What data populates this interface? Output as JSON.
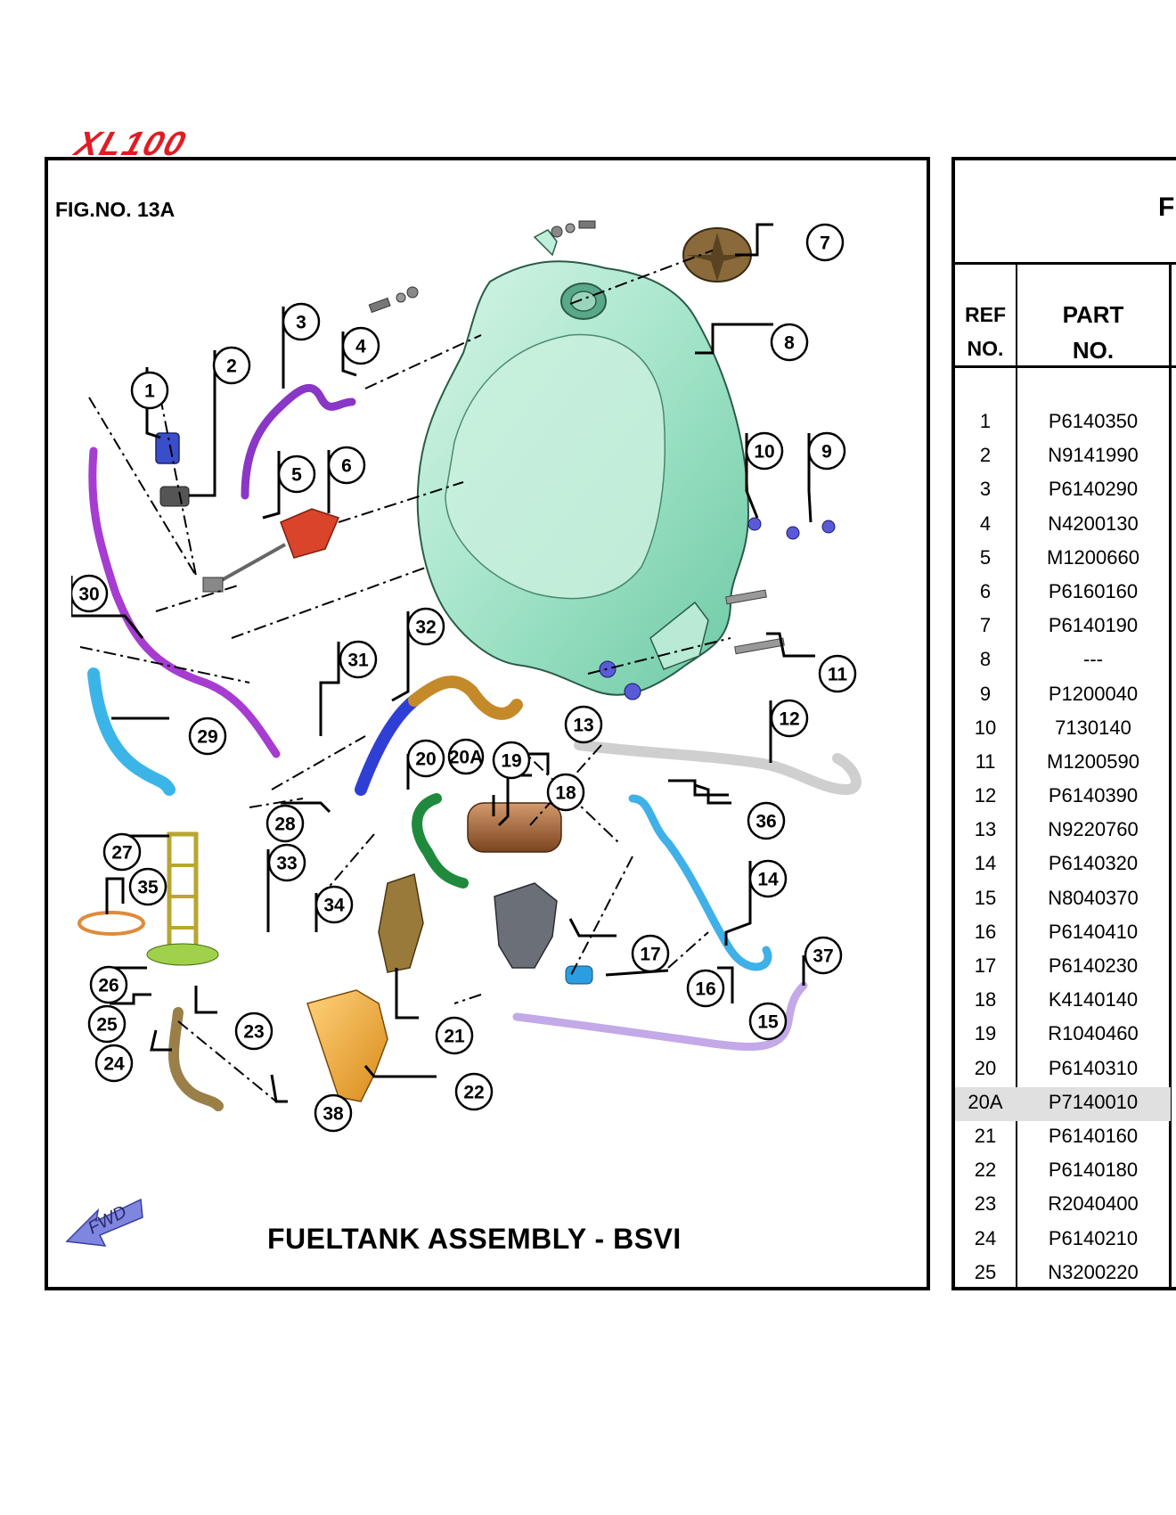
{
  "brand": {
    "logo_text": "XL100",
    "color": "#e31b23"
  },
  "figure": {
    "label": "FIG.NO. 13A",
    "title": "FUELTANK ASSEMBLY  -  BSVI",
    "fwd_label": "FWD",
    "callouts": [
      "1",
      "2",
      "3",
      "4",
      "5",
      "6",
      "7",
      "8",
      "9",
      "10",
      "11",
      "12",
      "13",
      "14",
      "15",
      "16",
      "17",
      "18",
      "19",
      "20",
      "20A",
      "21",
      "22",
      "23",
      "24",
      "25",
      "26",
      "27",
      "28",
      "29",
      "30",
      "31",
      "32",
      "33",
      "34",
      "35",
      "36",
      "37",
      "38"
    ]
  },
  "table": {
    "title_fragment": "F",
    "headers": {
      "ref_line1": "REF",
      "ref_line2": "NO.",
      "part_line1": "PART",
      "part_line2": "NO."
    },
    "highlight_color": "#e0e0e0",
    "rows": [
      {
        "ref": "1",
        "part": "P6140350"
      },
      {
        "ref": "2",
        "part": "N9141990"
      },
      {
        "ref": "3",
        "part": "P6140290"
      },
      {
        "ref": "4",
        "part": "N4200130"
      },
      {
        "ref": "5",
        "part": "M1200660"
      },
      {
        "ref": "6",
        "part": "P6160160"
      },
      {
        "ref": "7",
        "part": "P6140190"
      },
      {
        "ref": "8",
        "part": "---"
      },
      {
        "ref": "9",
        "part": "P1200040"
      },
      {
        "ref": "10",
        "part": "7130140"
      },
      {
        "ref": "11",
        "part": "M1200590"
      },
      {
        "ref": "12",
        "part": "P6140390"
      },
      {
        "ref": "13",
        "part": "N9220760"
      },
      {
        "ref": "14",
        "part": "P6140320"
      },
      {
        "ref": "15",
        "part": "N8040370"
      },
      {
        "ref": "16",
        "part": "P6140410"
      },
      {
        "ref": "17",
        "part": "P6140230"
      },
      {
        "ref": "18",
        "part": "K4140140"
      },
      {
        "ref": "19",
        "part": "R1040460"
      },
      {
        "ref": "20",
        "part": "P6140310"
      },
      {
        "ref": "20A",
        "part": "P7140010",
        "highlight": true
      },
      {
        "ref": "21",
        "part": "P6140160"
      },
      {
        "ref": "22",
        "part": "P6140180"
      },
      {
        "ref": "23",
        "part": "R2040400"
      },
      {
        "ref": "24",
        "part": "P6140210"
      },
      {
        "ref": "25",
        "part": "N3200220"
      }
    ]
  }
}
